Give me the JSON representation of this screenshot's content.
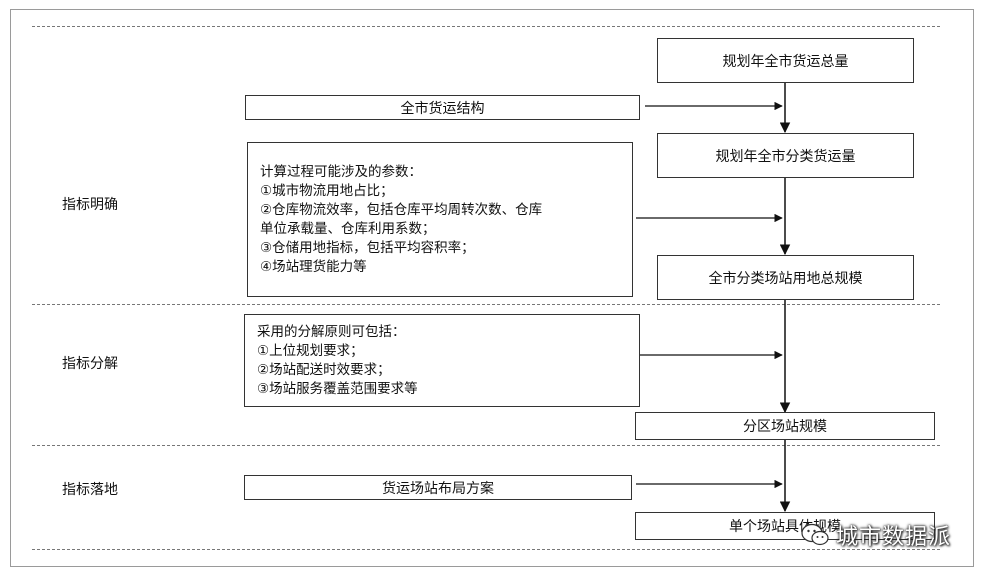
{
  "stages": {
    "clear": "指标明确",
    "decompose": "指标分解",
    "implement": "指标落地"
  },
  "flow": {
    "total_volume": "规划年全市货运总量",
    "category_volume": "规划年全市分类货运量",
    "category_land": "全市分类场站用地总规模",
    "district_scale": "分区场站规模",
    "single_scale": "单个场站具体规模"
  },
  "inputs": {
    "structure": "全市货运结构",
    "params": {
      "title": "计算过程可能涉及的参数：",
      "items": [
        "①城市物流用地占比；",
        "②仓库物流效率，包括仓库平均周转次数、仓库",
        "单位承载量、仓库利用系数；",
        "③仓储用地指标，包括平均容积率；",
        "④场站理货能力等"
      ]
    },
    "principles": {
      "title": "采用的分解原则可包括：",
      "items": [
        "①上位规划要求；",
        "②场站配送时效要求；",
        "③场站服务覆盖范围要求等"
      ]
    },
    "layout_plan": "货运场站布局方案"
  },
  "watermark": {
    "text": "城市数据派",
    "icon": "wechat-icon"
  }
}
